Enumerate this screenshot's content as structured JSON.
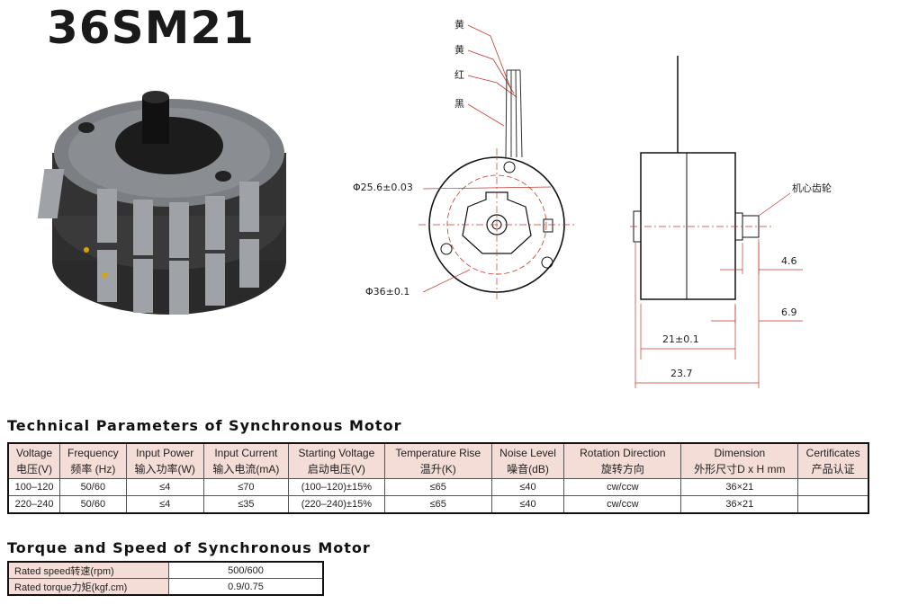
{
  "title": "36SM21",
  "drawing": {
    "wire_labels": [
      "黄",
      "黄",
      "红",
      "黑"
    ],
    "dim_inner_diameter": "Φ25.6±0.03",
    "dim_outer_diameter": "Φ36±0.1",
    "gear_label": "机心齿轮",
    "dim_gear_width": "4.6",
    "dim_shaft_length": "6.9",
    "dim_body_depth": "21±0.1",
    "dim_total_depth": "23.7"
  },
  "tech_table": {
    "heading": "Technical Parameters of Synchronous Motor",
    "columns": [
      {
        "en": "Voltage",
        "cn": "电压(V)"
      },
      {
        "en": "Frequency",
        "cn": "频率 (Hz)"
      },
      {
        "en": "Input Power",
        "cn": "输入功率(W)"
      },
      {
        "en": "Input Current",
        "cn": "输入电流(mA)"
      },
      {
        "en": "Starting Voltage",
        "cn": "启动电压(V)"
      },
      {
        "en": "Temperature Rise",
        "cn": "温升(K)"
      },
      {
        "en": "Noise Level",
        "cn": "噪音(dB)"
      },
      {
        "en": "Rotation Direction",
        "cn": "旋转方向"
      },
      {
        "en": "Dimension",
        "cn": "外形尺寸D x H mm"
      },
      {
        "en": "Certificates",
        "cn": "产品认证"
      }
    ],
    "rows": [
      [
        "100–120",
        "50/60",
        "≤4",
        "≤70",
        "(100–120)±15%",
        "≤65",
        "≤40",
        "cw/ccw",
        "36×21",
        ""
      ],
      [
        "220–240",
        "50/60",
        "≤4",
        "≤35",
        "(220–240)±15%",
        "≤65",
        "≤40",
        "cw/ccw",
        "36×21",
        ""
      ]
    ]
  },
  "torque_table": {
    "heading": "Torque and Speed of Synchronous Motor",
    "rows": [
      {
        "label": "Rated speed转速(rpm)",
        "value": "500/600"
      },
      {
        "label": "Rated torque力矩(kgf.cm)",
        "value": "0.9/0.75"
      }
    ]
  }
}
